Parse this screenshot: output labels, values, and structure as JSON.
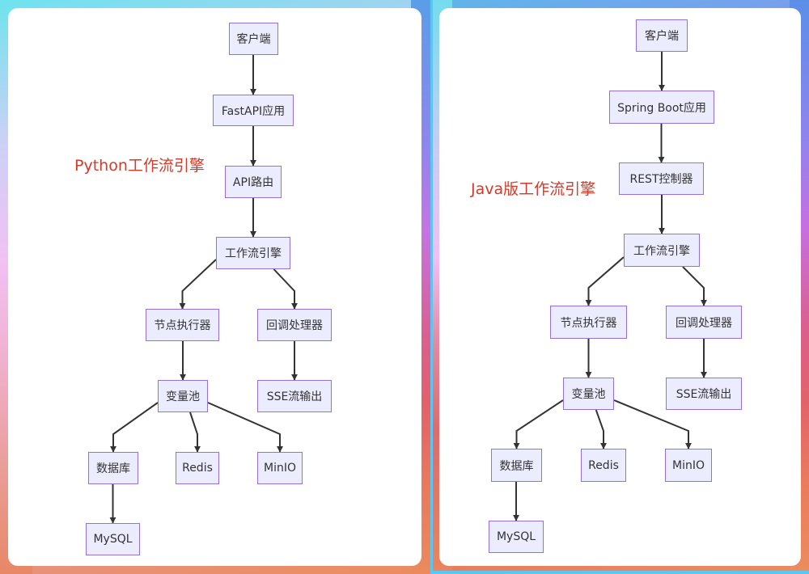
{
  "panels": [
    {
      "id": "python",
      "title": "Python工作流引擎",
      "title_color": "#d03b2a",
      "nodes": {
        "client": "客户端",
        "app": "FastAPI应用",
        "router": "API路由",
        "engine": "工作流引擎",
        "executor": "节点执行器",
        "callback": "回调处理器",
        "varpool": "变量池",
        "sse": "SSE流输出",
        "database": "数据库",
        "redis": "Redis",
        "minio": "MinIO",
        "mysql": "MySQL"
      }
    },
    {
      "id": "java",
      "title": "Java版工作流引擎",
      "title_color": "#d03b2a",
      "nodes": {
        "client": "客户端",
        "app": "Spring Boot应用",
        "router": "REST控制器",
        "engine": "工作流引擎",
        "executor": "节点执行器",
        "callback": "回调处理器",
        "varpool": "变量池",
        "sse": "SSE流输出",
        "database": "数据库",
        "redis": "Redis",
        "minio": "MinIO",
        "mysql": "MySQL"
      }
    }
  ],
  "edges": [
    [
      "client",
      "app"
    ],
    [
      "app",
      "router"
    ],
    [
      "router",
      "engine"
    ],
    [
      "engine",
      "executor"
    ],
    [
      "engine",
      "callback"
    ],
    [
      "executor",
      "varpool"
    ],
    [
      "callback",
      "sse"
    ],
    [
      "varpool",
      "database"
    ],
    [
      "varpool",
      "redis"
    ],
    [
      "varpool",
      "minio"
    ],
    [
      "database",
      "mysql"
    ]
  ],
  "colors": {
    "node_fill": "#ECECFF",
    "node_border": "#9370DB",
    "edge": "#333333",
    "title": "#d03b2a"
  }
}
